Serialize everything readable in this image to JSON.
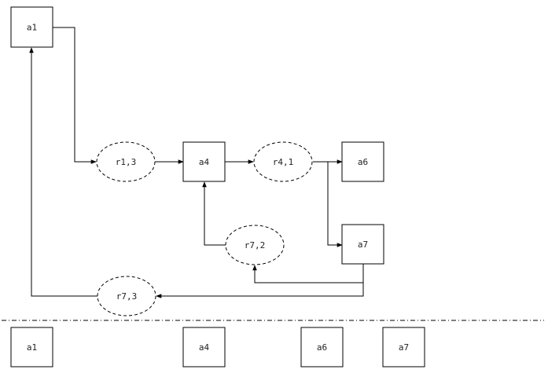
{
  "diagram": {
    "nodes": {
      "a1": "a1",
      "r13": "r1,3",
      "a4": "a4",
      "r41": "r4,1",
      "a6": "a6",
      "a7": "a7",
      "r72": "r7,2",
      "r73": "r7,3"
    },
    "bottom_row": [
      "a1",
      "a4",
      "a6",
      "a7"
    ]
  }
}
